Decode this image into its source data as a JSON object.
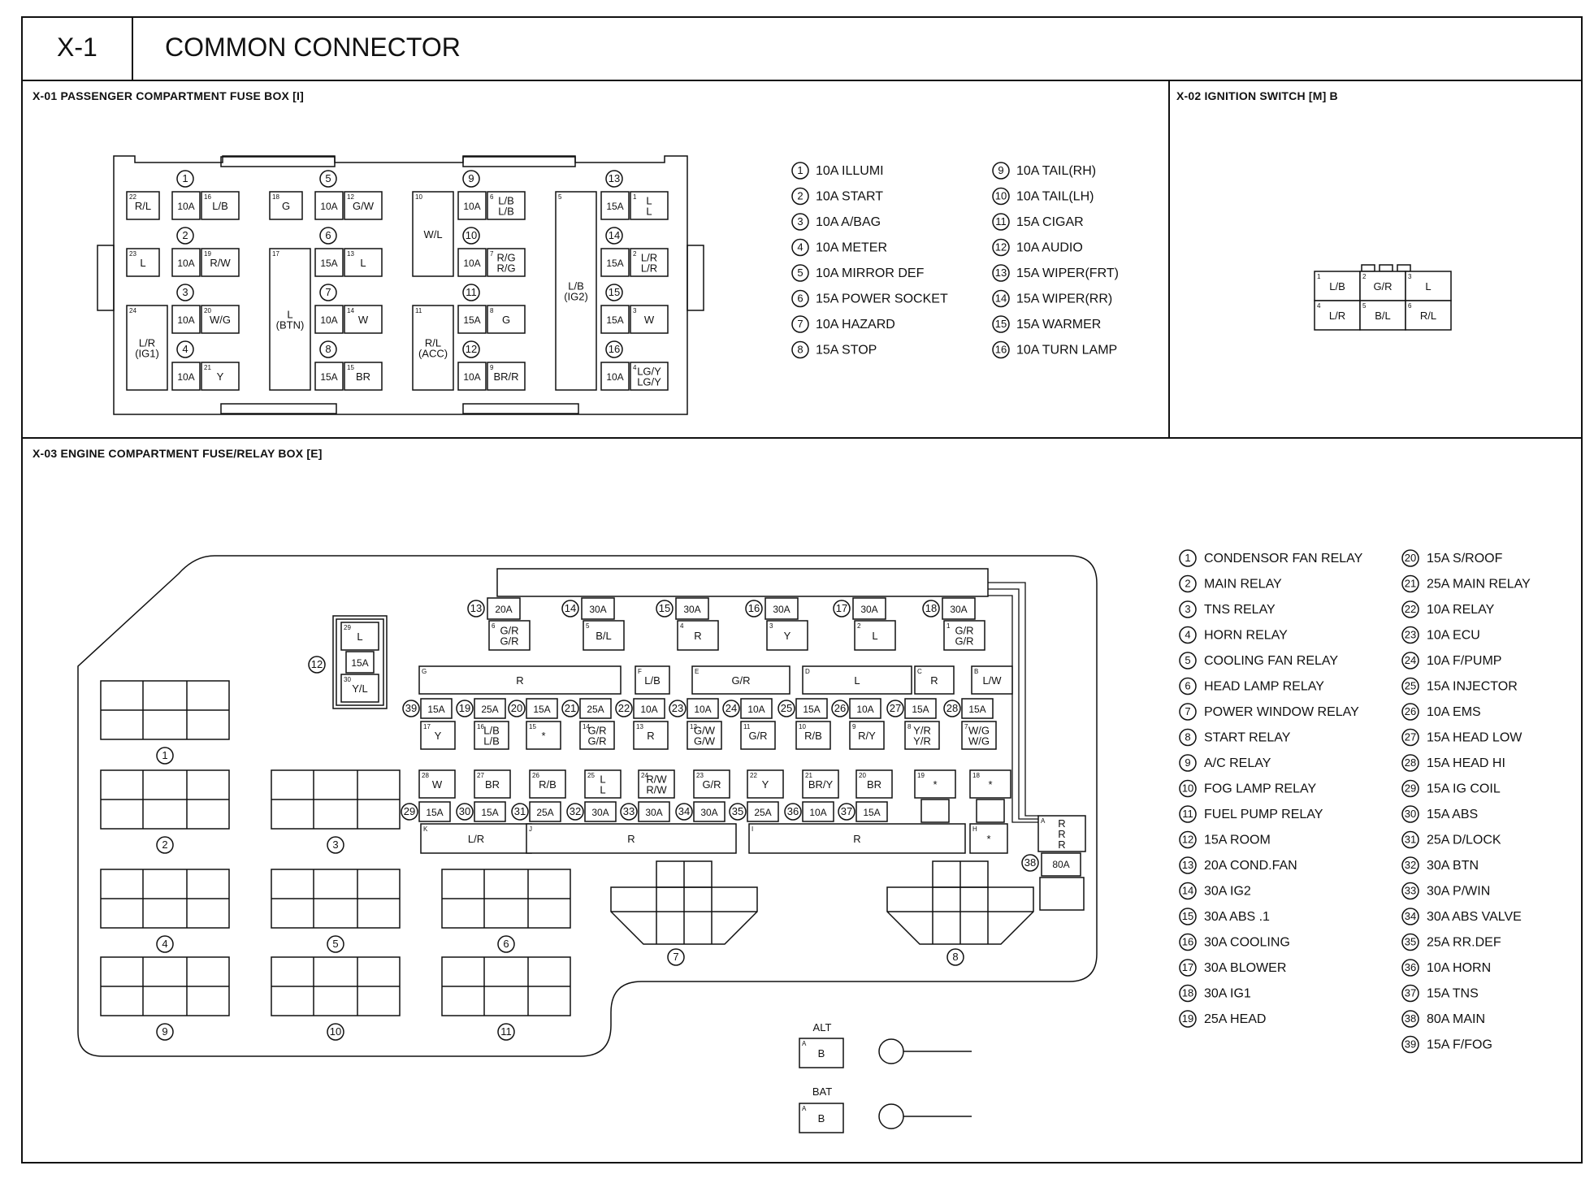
{
  "header": {
    "code": "X-1",
    "title": "COMMON CONNECTOR"
  },
  "sections": {
    "x01": "X-01 PASSENGER COMPARTMENT FUSE BOX [I]",
    "x02": "X-02 IGNITION SWITCH [M] B",
    "x03": "X-03 ENGINE COMPARTMENT FUSE/RELAY BOX [E]"
  },
  "x01": {
    "left_blocks": [
      {
        "pin": "22",
        "label": "R/L"
      },
      {
        "pin": "23",
        "label": "L"
      },
      {
        "pin": "24",
        "label": "L/R\n(IG1)"
      },
      {
        "pin": "18",
        "label": "G"
      },
      {
        "pin": "17",
        "label": "L\n(BTN)"
      },
      {
        "pin": "10",
        "label": "W/L"
      },
      {
        "pin": "11",
        "label": "R/L\n(ACC)"
      },
      {
        "pin": "5",
        "label": "L/B\n(IG2)"
      }
    ],
    "fuses": [
      {
        "num": "1",
        "amp": "10A",
        "pin": "16",
        "out": "L/B"
      },
      {
        "num": "2",
        "amp": "10A",
        "pin": "19",
        "out": "R/W"
      },
      {
        "num": "3",
        "amp": "10A",
        "pin": "20",
        "out": "W/G"
      },
      {
        "num": "4",
        "amp": "10A",
        "pin": "21",
        "out": "Y"
      },
      {
        "num": "5",
        "amp": "10A",
        "pin": "12",
        "out": "G/W"
      },
      {
        "num": "6",
        "amp": "15A",
        "pin": "13",
        "out": "L"
      },
      {
        "num": "7",
        "amp": "10A",
        "pin": "14",
        "out": "W"
      },
      {
        "num": "8",
        "amp": "15A",
        "pin": "15",
        "out": "BR"
      },
      {
        "num": "9",
        "amp": "10A",
        "pin": "6",
        "out": "L/B\nL/B"
      },
      {
        "num": "10",
        "amp": "10A",
        "pin": "7",
        "out": "R/G\nR/G"
      },
      {
        "num": "11",
        "amp": "15A",
        "pin": "8",
        "out": "G"
      },
      {
        "num": "12",
        "amp": "10A",
        "pin": "9",
        "out": "BR/R"
      },
      {
        "num": "13",
        "amp": "15A",
        "pin": "1",
        "out": "L\nL"
      },
      {
        "num": "14",
        "amp": "15A",
        "pin": "2",
        "out": "L/R\nL/R"
      },
      {
        "num": "15",
        "amp": "15A",
        "pin": "3",
        "out": "W"
      },
      {
        "num": "16",
        "amp": "10A",
        "pin": "4",
        "out": "LG/Y\nLG/Y"
      }
    ],
    "legend": [
      {
        "num": "1",
        "text": "10A ILLUMI"
      },
      {
        "num": "2",
        "text": "10A START"
      },
      {
        "num": "3",
        "text": "10A A/BAG"
      },
      {
        "num": "4",
        "text": "10A METER"
      },
      {
        "num": "5",
        "text": "10A MIRROR DEF"
      },
      {
        "num": "6",
        "text": "15A POWER SOCKET"
      },
      {
        "num": "7",
        "text": "10A HAZARD"
      },
      {
        "num": "8",
        "text": "15A STOP"
      },
      {
        "num": "9",
        "text": "10A TAIL(RH)"
      },
      {
        "num": "10",
        "text": "10A TAIL(LH)"
      },
      {
        "num": "11",
        "text": "15A CIGAR"
      },
      {
        "num": "12",
        "text": "10A AUDIO"
      },
      {
        "num": "13",
        "text": "15A WIPER(FRT)"
      },
      {
        "num": "14",
        "text": "15A WIPER(RR)"
      },
      {
        "num": "15",
        "text": "15A WARMER"
      },
      {
        "num": "16",
        "text": "10A TURN LAMP"
      }
    ]
  },
  "x02": {
    "pins": [
      {
        "pin": "1",
        "label": "L/B"
      },
      {
        "pin": "2",
        "label": "G/R"
      },
      {
        "pin": "3",
        "label": "L"
      },
      {
        "pin": "4",
        "label": "L/R"
      },
      {
        "pin": "5",
        "label": "B/L"
      },
      {
        "pin": "6",
        "label": "R/L"
      }
    ]
  },
  "x03": {
    "top_fuses": [
      {
        "num": "13",
        "amp": "20A",
        "pin": "6",
        "out": "G/R\nG/R"
      },
      {
        "num": "14",
        "amp": "30A",
        "pin": "5",
        "out": "B/L"
      },
      {
        "num": "15",
        "amp": "30A",
        "pin": "4",
        "out": "R"
      },
      {
        "num": "16",
        "amp": "30A",
        "pin": "3",
        "out": "Y"
      },
      {
        "num": "17",
        "amp": "30A",
        "pin": "2",
        "out": "L"
      },
      {
        "num": "18",
        "amp": "30A",
        "pin": "1",
        "out": "G/R\nG/R"
      }
    ],
    "room_fuse": {
      "num": "12",
      "pin_top": "29",
      "top": "L",
      "amp": "15A",
      "pin_bottom": "30",
      "bottom": "Y/L"
    },
    "row1_inputs": [
      {
        "pin": "G",
        "label": "R"
      },
      {
        "pin": "F",
        "label": "L/B"
      },
      {
        "pin": "E",
        "label": "G/R"
      },
      {
        "pin": "D",
        "label": "L"
      },
      {
        "pin": "C",
        "label": "R"
      },
      {
        "pin": "B",
        "label": "L/W"
      }
    ],
    "row1_fuses": [
      {
        "num": "39",
        "amp": "15A",
        "pin": "17",
        "out": "Y"
      },
      {
        "num": "19",
        "amp": "25A",
        "pin": "16",
        "out": "L/B\nL/B"
      },
      {
        "num": "20",
        "amp": "15A",
        "pin": "15",
        "out": "*"
      },
      {
        "num": "21",
        "amp": "25A",
        "pin": "14",
        "out": "G/R\nG/R"
      },
      {
        "num": "22",
        "amp": "10A",
        "pin": "13",
        "out": "R"
      },
      {
        "num": "23",
        "amp": "10A",
        "pin": "12",
        "out": "G/W\nG/W"
      },
      {
        "num": "24",
        "amp": "10A",
        "pin": "11",
        "out": "G/R"
      },
      {
        "num": "25",
        "amp": "15A",
        "pin": "10",
        "out": "R/B"
      },
      {
        "num": "26",
        "amp": "10A",
        "pin": "9",
        "out": "R/Y"
      },
      {
        "num": "27",
        "amp": "15A",
        "pin": "8",
        "out": "Y/R\nY/R"
      },
      {
        "num": "28",
        "amp": "15A",
        "pin": "7",
        "out": "W/G\nW/G"
      }
    ],
    "row2_fuses": [
      {
        "num": "29",
        "amp": "15A",
        "pin": "28",
        "out": "W"
      },
      {
        "num": "30",
        "amp": "15A",
        "pin": "27",
        "out": "BR"
      },
      {
        "num": "31",
        "amp": "25A",
        "pin": "26",
        "out": "R/B"
      },
      {
        "num": "32",
        "amp": "30A",
        "pin": "25",
        "out": "L\nL"
      },
      {
        "num": "33",
        "amp": "30A",
        "pin": "24",
        "out": "R/W\nR/W"
      },
      {
        "num": "34",
        "amp": "30A",
        "pin": "23",
        "out": "G/R"
      },
      {
        "num": "35",
        "amp": "25A",
        "pin": "22",
        "out": "Y"
      },
      {
        "num": "36",
        "amp": "10A",
        "pin": "21",
        "out": "BR/Y"
      },
      {
        "num": "37",
        "amp": "15A",
        "pin": "20",
        "out": "BR"
      }
    ],
    "row2_extra": [
      {
        "pin": "19",
        "out": "*"
      },
      {
        "pin": "18",
        "out": "*"
      }
    ],
    "row2_inputs": [
      {
        "pin": "K",
        "label": "L/R"
      },
      {
        "pin": "J",
        "label": "R"
      },
      {
        "pin": "I",
        "label": "R"
      },
      {
        "pin": "H",
        "label": "*"
      }
    ],
    "main_fuse": {
      "num": "38",
      "amp": "80A",
      "pin": "A",
      "label": "R\nR\nR"
    },
    "relay_numbers": [
      "1",
      "2",
      "3",
      "4",
      "5",
      "6",
      "7",
      "8",
      "9",
      "10",
      "11"
    ],
    "alt": {
      "title": "ALT",
      "pin": "A",
      "label": "B"
    },
    "bat": {
      "title": "BAT",
      "pin": "A",
      "label": "B"
    },
    "legend": [
      {
        "num": "1",
        "text": "CONDENSOR FAN RELAY"
      },
      {
        "num": "2",
        "text": "MAIN RELAY"
      },
      {
        "num": "3",
        "text": "TNS RELAY"
      },
      {
        "num": "4",
        "text": "HORN RELAY"
      },
      {
        "num": "5",
        "text": "COOLING FAN RELAY"
      },
      {
        "num": "6",
        "text": "HEAD LAMP RELAY"
      },
      {
        "num": "7",
        "text": "POWER WINDOW RELAY"
      },
      {
        "num": "8",
        "text": "START RELAY"
      },
      {
        "num": "9",
        "text": "A/C RELAY"
      },
      {
        "num": "10",
        "text": "FOG LAMP RELAY"
      },
      {
        "num": "11",
        "text": "FUEL PUMP RELAY"
      },
      {
        "num": "12",
        "text": "15A  ROOM"
      },
      {
        "num": "13",
        "text": "20A COND.FAN"
      },
      {
        "num": "14",
        "text": "30A IG2"
      },
      {
        "num": "15",
        "text": "30A ABS .1"
      },
      {
        "num": "16",
        "text": "30A COOLING"
      },
      {
        "num": "17",
        "text": "30A BLOWER"
      },
      {
        "num": "18",
        "text": "30A IG1"
      },
      {
        "num": "19",
        "text": "25A HEAD"
      },
      {
        "num": "20",
        "text": "15A S/ROOF"
      },
      {
        "num": "21",
        "text": "25A MAIN RELAY"
      },
      {
        "num": "22",
        "text": "10A RELAY"
      },
      {
        "num": "23",
        "text": "10A ECU"
      },
      {
        "num": "24",
        "text": "10A F/PUMP"
      },
      {
        "num": "25",
        "text": "15A INJECTOR"
      },
      {
        "num": "26",
        "text": "10A EMS"
      },
      {
        "num": "27",
        "text": "15A HEAD LOW"
      },
      {
        "num": "28",
        "text": "15A HEAD HI"
      },
      {
        "num": "29",
        "text": "15A IG COIL"
      },
      {
        "num": "30",
        "text": "15A ABS"
      },
      {
        "num": "31",
        "text": "25A D/LOCK"
      },
      {
        "num": "32",
        "text": "30A BTN"
      },
      {
        "num": "33",
        "text": "30A P/WIN"
      },
      {
        "num": "34",
        "text": "30A ABS VALVE"
      },
      {
        "num": "35",
        "text": "25A RR.DEF"
      },
      {
        "num": "36",
        "text": "10A HORN"
      },
      {
        "num": "37",
        "text": "15A TNS"
      },
      {
        "num": "38",
        "text": "80A MAIN"
      },
      {
        "num": "39",
        "text": "15A F/FOG"
      }
    ]
  }
}
